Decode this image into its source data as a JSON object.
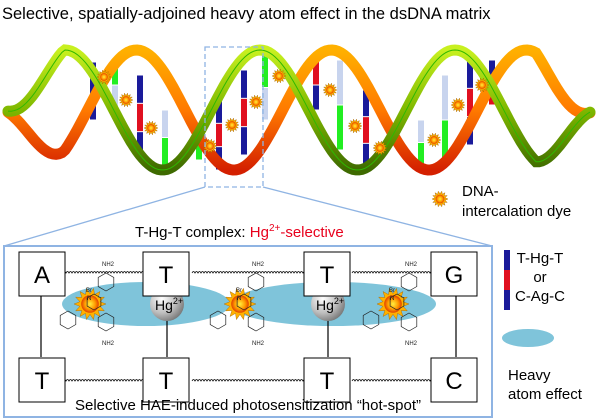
{
  "title": "Selective, spatially-adjoined heavy atom effect in the dsDNA matrix",
  "dye_legend": {
    "line1": "DNA-",
    "line2": "intercalation dye",
    "icon": "sun-burst-icon"
  },
  "complex_label": {
    "prefix": "T-Hg-T complex: ",
    "highlight_base": "Hg",
    "highlight_sup": "2+",
    "highlight_suffix": "-selective"
  },
  "top_bases": [
    "A",
    "T",
    "T",
    "G"
  ],
  "bottom_bases": [
    "T",
    "T",
    "T",
    "C"
  ],
  "ions": [
    {
      "base": "Hg",
      "sup": "2+"
    },
    {
      "base": "Hg",
      "sup": "2+"
    }
  ],
  "dye_molecule": {
    "br": "Br",
    "n": "N",
    "nh2": "NH2"
  },
  "pair_legend": {
    "line1": "T-Hg-T",
    "line2": "or",
    "line3": "C-Ag-C"
  },
  "hae_legend": {
    "line1": "Heavy",
    "line2": "atom effect"
  },
  "caption": "Selective HAE-induced photosensitization “hot-spot”",
  "colors": {
    "highlight": "#e8001c",
    "frame": "#8fb4e3",
    "hae": "#7fc4da",
    "blue_pair": "#1a1a9a",
    "red_pair": "#e01020",
    "green_pair": "#22ee22"
  }
}
